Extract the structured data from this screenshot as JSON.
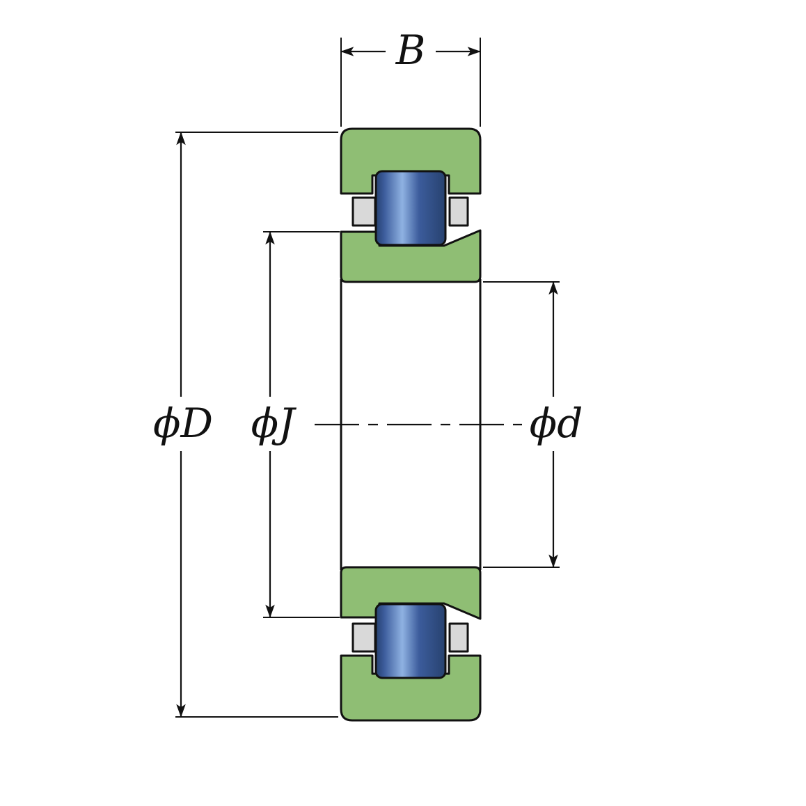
{
  "diagram": {
    "labels": {
      "width": "B",
      "outer_diameter": "ϕD",
      "flange_diameter": "ϕJ",
      "bore_diameter": "ϕd"
    },
    "colors": {
      "ring_green": "#8fbe74",
      "roller_blue_dark": "#27426f",
      "roller_blue_mid": "#3c5c9c",
      "roller_blue_light": "#8fb2e2",
      "cage_gray": "#d9d9d9",
      "line": "#111111",
      "background": "#ffffff"
    }
  }
}
